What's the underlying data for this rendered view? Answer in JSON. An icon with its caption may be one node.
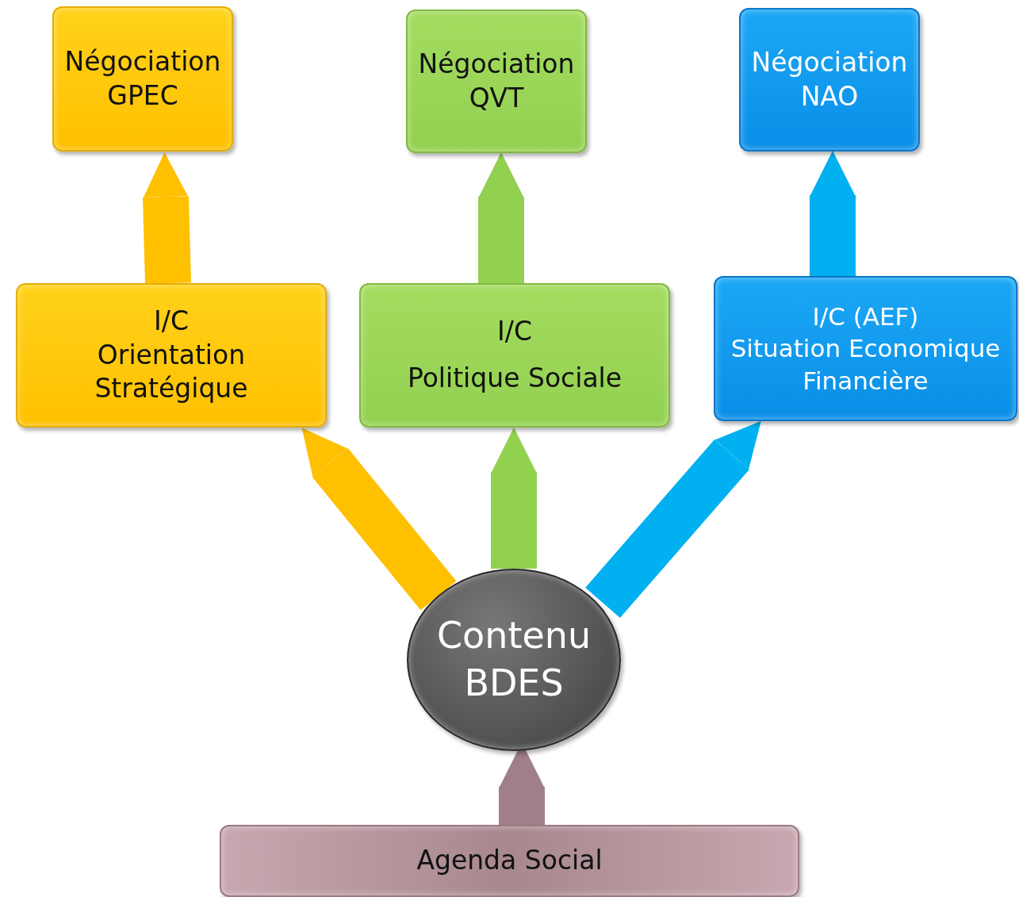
{
  "diagram": {
    "nodes": [
      {
        "text": [
          "Négociation GPEC"
        ]
      },
      {
        "text": [
          "Négociation QVT"
        ]
      },
      {
        "text": [
          "Négociation NAO"
        ]
      },
      {
        "text": [
          "I/C Orientation Stratégique"
        ]
      },
      {
        "text": [
          "I/C",
          "Politique Sociale"
        ]
      },
      {
        "text": [
          "I/C (AEF)",
          "Situation Economique Financière"
        ]
      },
      {
        "text": [
          "Contenu BDES"
        ]
      },
      {
        "text": [
          "Agenda Social"
        ]
      }
    ],
    "edges": [
      {
        "from": 3,
        "to": 0,
        "arrow": "to",
        "color": "#ffc000"
      },
      {
        "from": 4,
        "to": 1,
        "arrow": "to",
        "color": "#92d050"
      },
      {
        "from": 5,
        "to": 2,
        "arrow": "to",
        "color": "#00b0f0"
      },
      {
        "from": 6,
        "to": 3,
        "arrow": "to",
        "color": "#ffc000"
      },
      {
        "from": 6,
        "to": 4,
        "arrow": "to",
        "color": "#92d050"
      },
      {
        "from": 6,
        "to": 5,
        "arrow": "to",
        "color": "#00b0f0"
      },
      {
        "from": 7,
        "to": 6,
        "arrow": "to",
        "color": "#a07f88"
      }
    ]
  }
}
